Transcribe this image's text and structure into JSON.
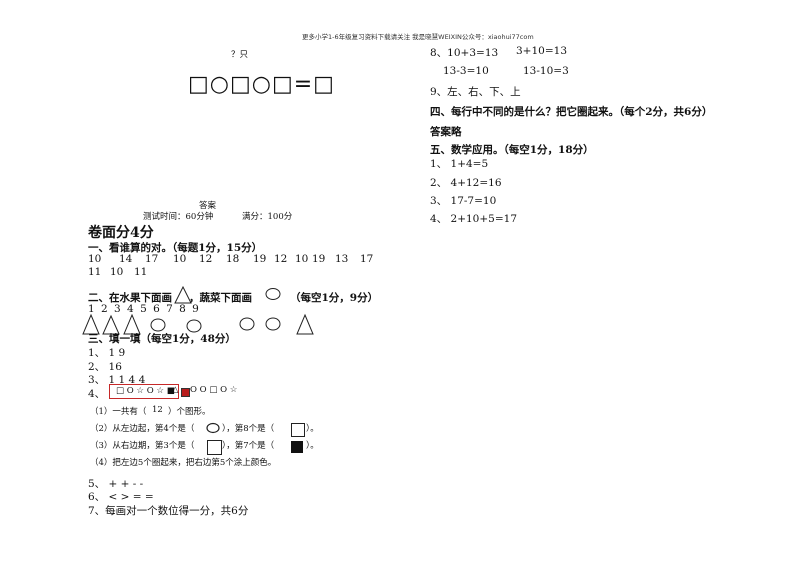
{
  "header": "更多小学1-6年级复习资料下载请关注 我是晓慧WEIXIN公众号：xiaohui77com",
  "left": {
    "q_unit": "？只",
    "equation": "□○□○□=□",
    "answers_title": "答案",
    "test_time": "测试时间：60分钟",
    "full_score": "满分：100分",
    "neatness": "卷面分4分",
    "sec1": {
      "title": "一、看谁算的对。（每题1分，15分）",
      "row1": [
        "10",
        "14",
        "17",
        "10",
        "12",
        "18",
        "19",
        "12",
        "10",
        "19",
        "13",
        "17"
      ],
      "row2": [
        "11",
        "10",
        "11"
      ]
    },
    "sec2": {
      "title_a": "二、在水果下面画",
      "title_b": "，蔬菜下面画",
      "title_c": "（每空1分，9分）",
      "digits": "1 2 3 4 5 6 7 8 9"
    },
    "sec3": {
      "title": "三、填一填（每空1分，48分）",
      "l1": "1、   1   9",
      "l2": "2、   16",
      "l3": "3、   1 1   4     4",
      "l4": "4、",
      "seq_boxed": "□ O ☆ O ☆ ■",
      "seq_rest": "△",
      "seq_tail": "O O □ O ☆",
      "sub1_a": "（1）一共有（",
      "sub1_val": "12",
      "sub1_b": "）个图形。",
      "sub2_a": "（2）从左边起，第4个是（",
      "sub2_b": "），第8个是（",
      "sub2_c": "）。",
      "sub3_a": "（3）从右边期，第3个是（",
      "sub3_b": "），第7个是（",
      "sub3_c": "）。",
      "sub4": "（4）把左边5个圈起来，把右边第5个涂上颜色。",
      "l5": "5、 +   +    -    -",
      "l6": "6、 <    >     =    =",
      "l7": "7、每画对一个数位得一分，共6分"
    }
  },
  "right": {
    "l8a": "8、10+3=13",
    "l8b": "3+10=13",
    "l8c": "13-3=10",
    "l8d": "13-10=3",
    "l9": "9、左、右、下、上",
    "sec4_title": "四、每行中不同的是什么？把它圈起来。（每个2分，共6分）",
    "sec4_ans": "答案略",
    "sec5_title": "五、数学应用。（每空1分，18分）",
    "a1": "1、 1+4=5",
    "a2": "2、  4+12=16",
    "a3": "3、 17-7=10",
    "a4": "4、 2+10+5=17"
  }
}
